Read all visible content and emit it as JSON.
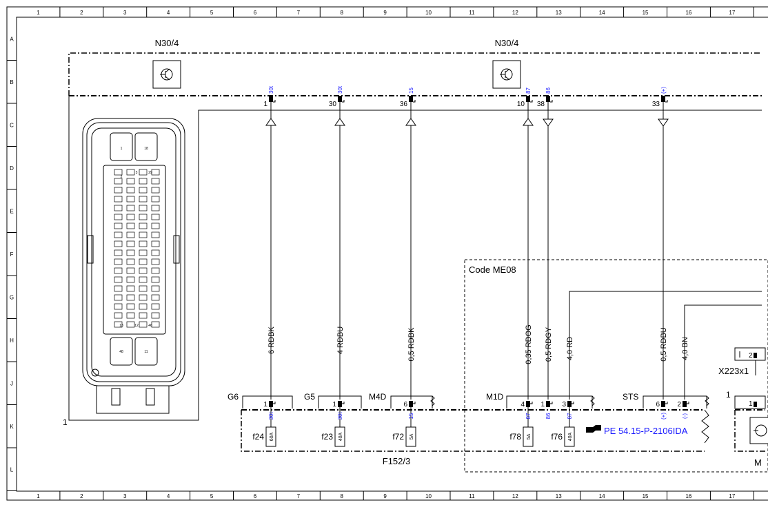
{
  "grid": {
    "columns": [
      "1",
      "2",
      "3",
      "4",
      "5",
      "6",
      "7",
      "8",
      "9",
      "10",
      "11",
      "12",
      "13",
      "14",
      "15",
      "16",
      "17"
    ],
    "rows": [
      "A",
      "B",
      "C",
      "D",
      "E",
      "F",
      "G",
      "H",
      "J",
      "K",
      "L"
    ]
  },
  "components": {
    "n30_4_left": "N30/4",
    "n30_4_right": "N30/4",
    "connector_ref": "1",
    "fuse_box": "F152/3",
    "code_box": "Code ME08",
    "x223": "X223x1",
    "x223_pin": "2",
    "right_pin": "1",
    "right_pin2": "1",
    "right_box_label": "M",
    "pe_ref": "PE 54.15-P-2106IDA"
  },
  "wires": [
    {
      "pin": "1",
      "signal": "30t",
      "wire": "6 RDBK",
      "arrow": "up"
    },
    {
      "pin": "30",
      "signal": "30t",
      "wire": "4 RDBU",
      "arrow": "up"
    },
    {
      "pin": "36",
      "signal": "15",
      "wire": "0,5 RDBK",
      "arrow": "up"
    },
    {
      "pin": "10",
      "signal": "87",
      "wire": "0,35 RDOG",
      "arrow": "up"
    },
    {
      "pin": "38",
      "signal": "86",
      "wire": "0,5 RDGY",
      "arrow": "down"
    },
    {
      "pin": "",
      "signal": "",
      "wire": "4,0 RD",
      "arrow": ""
    },
    {
      "pin": "33",
      "signal": "(+)",
      "wire": "0,5 RDBU",
      "arrow": "down"
    },
    {
      "pin": "",
      "signal": "",
      "wire": "4,0 BN",
      "arrow": ""
    }
  ],
  "connectors": [
    {
      "name": "G6",
      "pins": [
        "1"
      ]
    },
    {
      "name": "G5",
      "pins": [
        "1"
      ]
    },
    {
      "name": "M4D",
      "pins": [
        "6"
      ]
    },
    {
      "name": "M1D",
      "pins": [
        "4",
        "1",
        "3"
      ]
    },
    {
      "name": "STS",
      "pins": [
        "6",
        "2"
      ]
    }
  ],
  "fuses": [
    {
      "name": "f24",
      "signal": "30t",
      "rating": "60A"
    },
    {
      "name": "f23",
      "signal": "30t",
      "rating": "40A"
    },
    {
      "name": "f72",
      "signal": "15",
      "rating": "5A"
    },
    {
      "name": "f78",
      "signal": "87",
      "rating": "5A"
    },
    {
      "name": "f76",
      "signal": "87",
      "rating": "40A"
    }
  ],
  "fuse_signals_extra": [
    "86",
    "(+)",
    "(-)"
  ],
  "ecu_pins": [
    "1",
    "18",
    "13",
    "3",
    "46",
    "29",
    "48",
    "12",
    "11",
    "2"
  ],
  "colors": {
    "line": "#000000",
    "signal": "#1a1aff"
  }
}
